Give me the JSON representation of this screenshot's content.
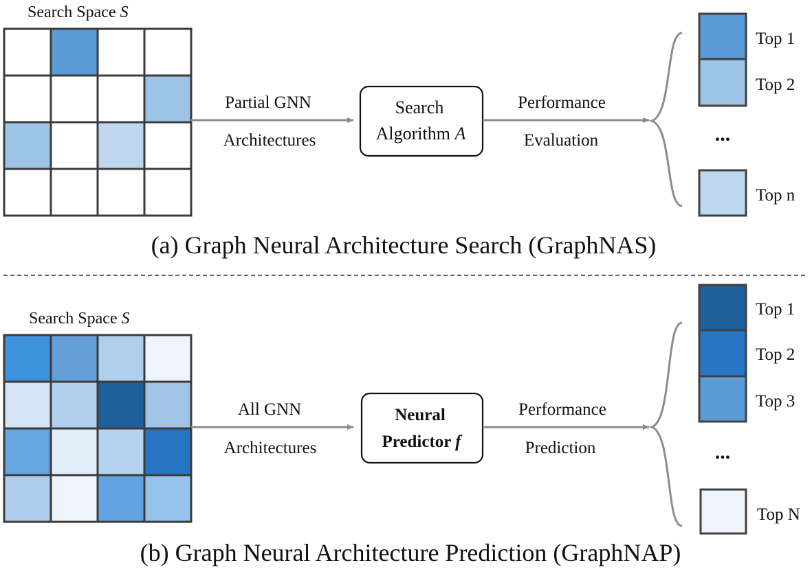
{
  "panel_a": {
    "search_space_label": "Search Space ",
    "search_space_symbol": "S",
    "grid_colors": [
      [
        "#ffffff",
        "#5b9bd5",
        "#ffffff",
        "#ffffff"
      ],
      [
        "#ffffff",
        "#ffffff",
        "#ffffff",
        "#9dc3e6"
      ],
      [
        "#9dc3e6",
        "#ffffff",
        "#bdd7ee",
        "#ffffff"
      ],
      [
        "#ffffff",
        "#ffffff",
        "#ffffff",
        "#ffffff"
      ]
    ],
    "input_label_line1": "Partial GNN",
    "input_label_line2": "Architectures",
    "box_line1": "Search",
    "box_line2": "Algorithm ",
    "box_symbol": "A",
    "output_label_line1": "Performance",
    "output_label_line2": "Evaluation",
    "ranking": [
      {
        "label": "Top 1",
        "color": "#5b9bd5"
      },
      {
        "label": "Top 2",
        "color": "#9dc3e6"
      },
      {
        "label": "Top n",
        "color": "#bdd7ee"
      }
    ],
    "ellipsis": "...",
    "caption": "(a) Graph Neural Architecture Search (GraphNAS)"
  },
  "panel_b": {
    "search_space_label": "Search Space ",
    "search_space_symbol": "S",
    "grid_colors": [
      [
        "#3f93dc",
        "#64a0d7",
        "#b1cfec",
        "#edf4fc"
      ],
      [
        "#d3e5f5",
        "#b3d1ee",
        "#1f5f9a",
        "#a0c3e7"
      ],
      [
        "#65a6e0",
        "#e2effa",
        "#b5d2ee",
        "#2775c2"
      ],
      [
        "#aecdec",
        "#eef5fd",
        "#62a3e2",
        "#95c3ec"
      ]
    ],
    "input_label_line1": "All GNN",
    "input_label_line2": "Architectures",
    "box_line1": "Neural",
    "box_line2": "Predictor ",
    "box_symbol": "f",
    "output_label_line1": "Performance",
    "output_label_line2": "Prediction",
    "ranking": [
      {
        "label": "Top 1",
        "color": "#1f5f9a"
      },
      {
        "label": "Top 2",
        "color": "#2777c4"
      },
      {
        "label": "Top 3",
        "color": "#5b9bd5"
      },
      {
        "label": "Top N",
        "color": "#eef5fd"
      }
    ],
    "ellipsis": "...",
    "caption": "(b) Graph Neural Architecture Prediction (GraphNAP)"
  },
  "colors": {
    "cell_border": "#3b3b3b",
    "arrow": "#8c8c8c",
    "brace": "#8c8c8c",
    "separator": "#333333"
  }
}
